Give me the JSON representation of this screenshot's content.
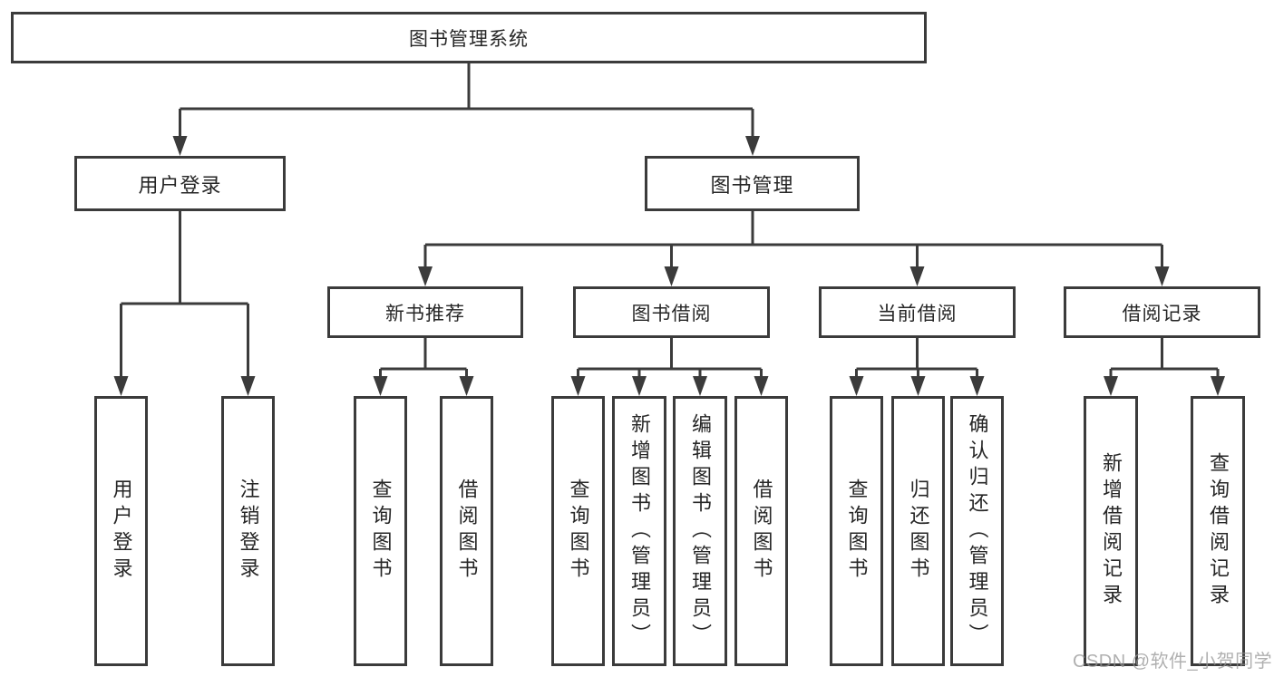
{
  "tree": {
    "root": "图书管理系统",
    "level2": [
      "用户登录",
      "图书管理"
    ],
    "level3": [
      "新书推荐",
      "图书借阅",
      "当前借阅",
      "借阅记录"
    ],
    "leaves": {
      "user": [
        "用户登录",
        "注销登录"
      ],
      "newbook": [
        "查询图书",
        "借阅图书"
      ],
      "borrow": [
        "查询图书",
        "新增图书（管理员）",
        "编辑图书（管理员）",
        "借阅图书"
      ],
      "current": [
        "查询图书",
        "归还图书",
        "确认归还（管理员）"
      ],
      "record": [
        "新增借阅记录",
        "查询借阅记录"
      ]
    }
  },
  "watermark": "CSDN @软件_小贺同学",
  "colors": {
    "line": "#3b3b3b",
    "box_border": "#3b3b3b",
    "text": "#262626",
    "watermark": "#969696",
    "background": "#ffffff"
  }
}
